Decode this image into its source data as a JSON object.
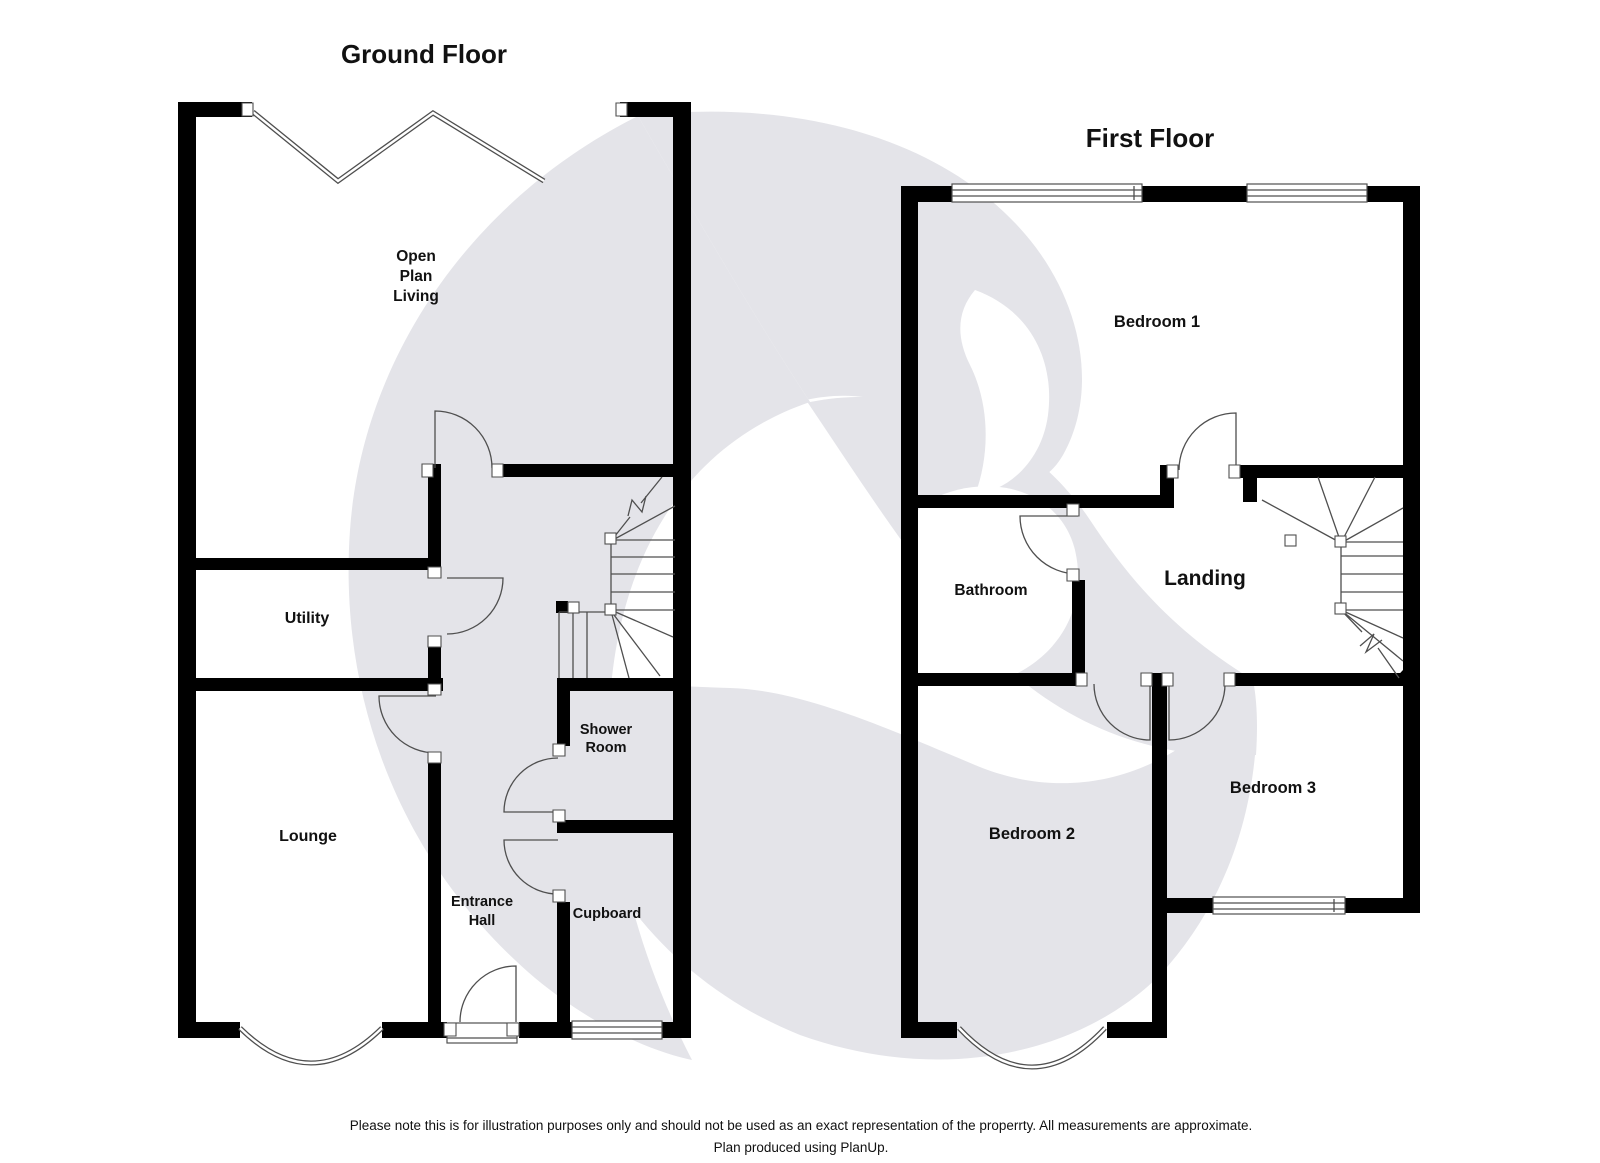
{
  "document_type": "floor-plan",
  "colors": {
    "wall": "#000000",
    "line": "#4f4f4f",
    "watermark": "#e4e4e9",
    "text": "#111111",
    "background": "#ffffff"
  },
  "floors": {
    "ground": {
      "title": "Ground Floor",
      "rooms": {
        "open_plan_living": [
          "Open",
          "Plan",
          "Living"
        ],
        "utility": [
          "Utility"
        ],
        "lounge": [
          "Lounge"
        ],
        "entrance_hall": [
          "Entrance",
          "Hall"
        ],
        "shower_room": [
          "Shower",
          "Room"
        ],
        "cupboard": [
          "Cupboard"
        ]
      }
    },
    "first": {
      "title": "First Floor",
      "rooms": {
        "bedroom_1": [
          "Bedroom 1"
        ],
        "bathroom": [
          "Bathroom"
        ],
        "landing": [
          "Landing"
        ],
        "bedroom_2": [
          "Bedroom 2"
        ],
        "bedroom_3": [
          "Bedroom 3"
        ]
      }
    }
  },
  "footer": {
    "disclaimer": "Please note this is for illustration purposes only and should not be used as an exact representation of the properrty. All measurements are approximate.",
    "produced_by": "Plan produced using PlanUp."
  }
}
